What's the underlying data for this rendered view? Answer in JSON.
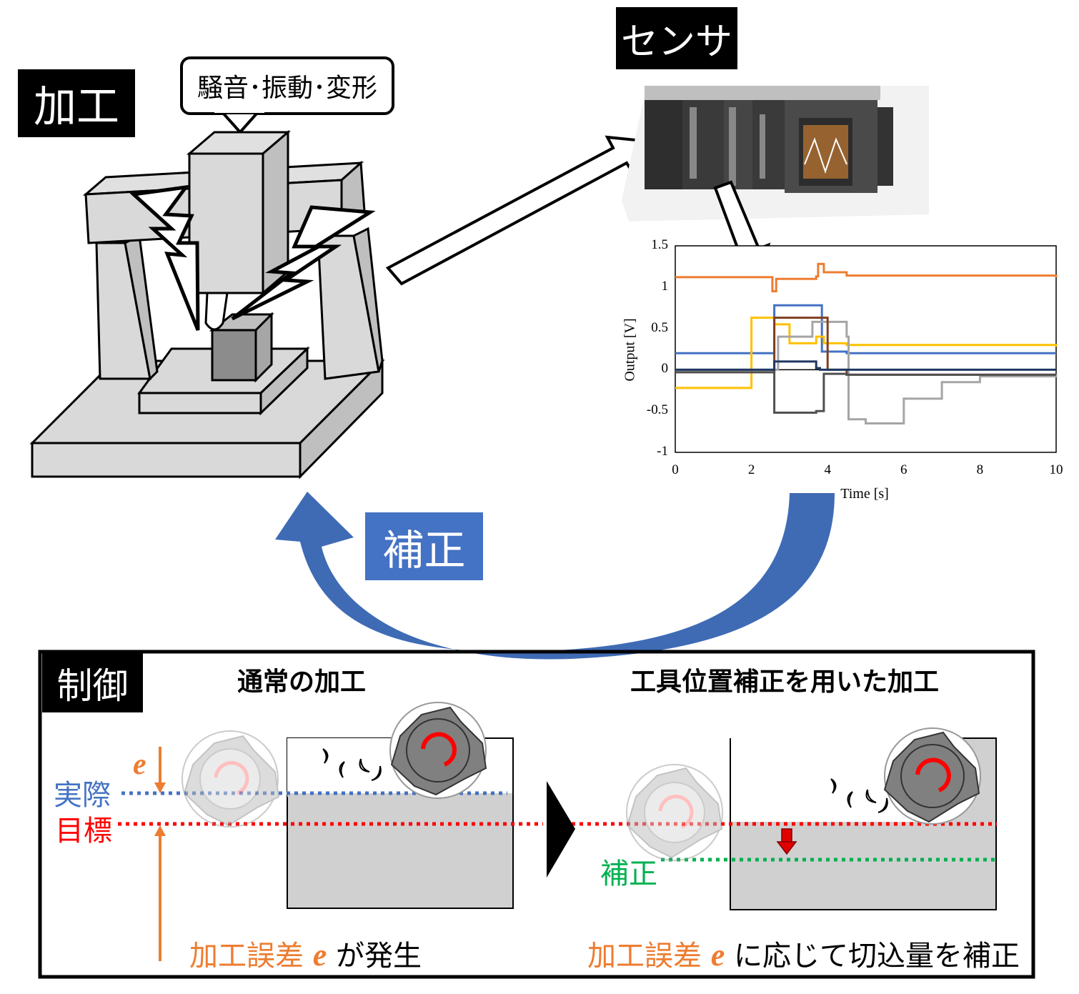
{
  "machining": {
    "label": "加工",
    "bubble": "騒音･振動･変形"
  },
  "sensor": {
    "label": "センサ"
  },
  "correction_arrow": {
    "label": "補正"
  },
  "control": {
    "label": "制御",
    "normal_title": "通常の加工",
    "corrected_title": "工具位置補正を用いた加工",
    "actual_label": "実際",
    "target_label": "目標",
    "correction_label": "補正",
    "error_symbol": "e",
    "normal_caption_pre": "加工誤差 ",
    "normal_caption_e": "e",
    "normal_caption_post": " が発生",
    "corrected_caption_pre": "加工誤差 ",
    "corrected_caption_e": "e",
    "corrected_caption_post": " に応じて切込量を補正"
  },
  "colors": {
    "orange": "#ED7D31",
    "blue": "#4472C4",
    "red": "#FF0000",
    "green": "#00B050",
    "gray_light": "#D0D0D0",
    "gray_dark": "#808080",
    "arrow_blue": "#4472C4"
  },
  "chart_data": {
    "type": "line",
    "xlabel": "Time [s]",
    "ylabel": "Output [V]",
    "xlim": [
      0,
      10
    ],
    "ylim": [
      -1,
      1.5
    ],
    "xticks": [
      "0",
      "2",
      "4",
      "6",
      "8",
      "10"
    ],
    "yticks": [
      "1.5",
      "1",
      "0.5",
      "0",
      "-0.5",
      "-1"
    ],
    "series": [
      {
        "color": "#ED7D31",
        "x": [
          0,
          2.5,
          2.55,
          2.65,
          3.7,
          3.75,
          3.9,
          4.5,
          10
        ],
        "y": [
          1.12,
          1.12,
          0.95,
          1.1,
          1.13,
          1.28,
          1.18,
          1.14,
          1.12
        ]
      },
      {
        "color": "#4472C4",
        "x": [
          0,
          2.5,
          2.6,
          3.8,
          3.85,
          4.5,
          10
        ],
        "y": [
          0.2,
          0.2,
          0.78,
          0.78,
          0.22,
          0.2,
          0.2
        ]
      },
      {
        "color": "#FFC000",
        "x": [
          0,
          1.9,
          2.0,
          2.6,
          3.0,
          3.7,
          3.9,
          4.5,
          6,
          10
        ],
        "y": [
          -0.22,
          -0.22,
          0.63,
          0.55,
          0.32,
          0.4,
          0.32,
          0.3,
          0.3,
          0.28
        ]
      },
      {
        "color": "#A5A5A5",
        "x": [
          0,
          2.5,
          2.7,
          3.6,
          4.5,
          4.55,
          5.0,
          6.0,
          7.0,
          8.0,
          10
        ],
        "y": [
          0,
          0,
          0.4,
          0.58,
          0.4,
          -0.6,
          -0.65,
          -0.35,
          -0.15,
          -0.08,
          -0.05
        ]
      },
      {
        "color": "#7F3F1F",
        "x": [
          0,
          2.5,
          2.6,
          3.7,
          4.0,
          4.5,
          10
        ],
        "y": [
          -0.03,
          -0.03,
          0.63,
          0.63,
          0.0,
          -0.06,
          -0.06
        ]
      },
      {
        "color": "#505050",
        "x": [
          0,
          2.5,
          2.6,
          3.7,
          3.9,
          4.5,
          10
        ],
        "y": [
          -0.03,
          -0.03,
          -0.52,
          -0.5,
          -0.05,
          -0.06,
          -0.06
        ]
      },
      {
        "color": "#1F3864",
        "x": [
          0,
          2.5,
          2.6,
          3.7,
          3.8,
          10
        ],
        "y": [
          0,
          0,
          0.1,
          0.02,
          0,
          0
        ]
      }
    ]
  }
}
